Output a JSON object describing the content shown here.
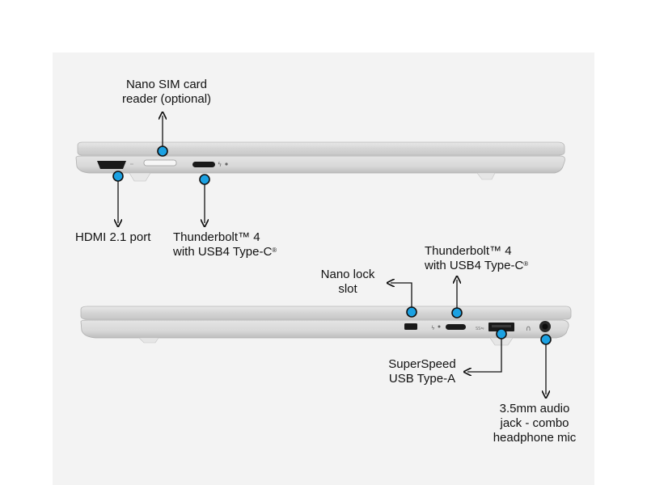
{
  "colors": {
    "background": "#f3f3f3",
    "marker_fill": "#1ba1e2",
    "marker_stroke": "#111111",
    "laptop_body": "#dcdcdc",
    "port_dark": "#1a1a1a"
  },
  "labels": {
    "nano_sim": {
      "line1": "Nano SIM card",
      "line2": "reader (optional)"
    },
    "hdmi": {
      "line1": "HDMI 2.1 port"
    },
    "thunderbolt_left": {
      "line1": "Thunderbolt™ 4",
      "line2": "with USB4 Type-C",
      "mark": "®"
    },
    "nano_lock": {
      "line1": "Nano lock",
      "line2": "slot"
    },
    "thunderbolt_right": {
      "line1": "Thunderbolt™ 4",
      "line2": "with USB4 Type-C",
      "mark": "®"
    },
    "usb_a": {
      "line1": "SuperSpeed",
      "line2": "USB Type-A"
    },
    "audio": {
      "line1": "3.5mm audio",
      "line2": "jack - combo",
      "line3": "headphone mic"
    }
  },
  "icons": [
    "hdmi-port-icon",
    "sim-tray-icon",
    "usb-c-port-icon",
    "thunderbolt-glyph-icon",
    "lock-slot-icon",
    "usb-a-port-icon",
    "audio-jack-icon",
    "headphone-glyph-icon",
    "ss-usb-glyph-icon"
  ]
}
